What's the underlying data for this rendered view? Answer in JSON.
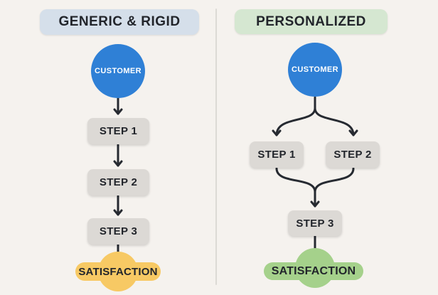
{
  "colors": {
    "background": "#f5f2ee",
    "divider": "#dcdad5",
    "arrow": "#262a31",
    "node_text": "#22252b",
    "customer_fill": "#2f80d6",
    "customer_text": "#ffffff",
    "step_fill": "#dcd9d5",
    "header_generic_fill": "#d5dfea",
    "header_personalized_fill": "#d5e7d1",
    "result_generic_fill": "#f7c964",
    "result_personalized_fill": "#a5d18b"
  },
  "panels": [
    {
      "title": "GENERIC & RIGID",
      "customer_label": "CUSTOMER",
      "steps": [
        "STEP 1",
        "STEP 2",
        "STEP 3"
      ],
      "result_label": "SATISFACTION"
    },
    {
      "title": "PERSONALIZED",
      "customer_label": "CUSTOMER",
      "steps": [
        "STEP 1",
        "STEP 2",
        "STEP 3"
      ],
      "result_label": "SATISFACTION"
    }
  ]
}
